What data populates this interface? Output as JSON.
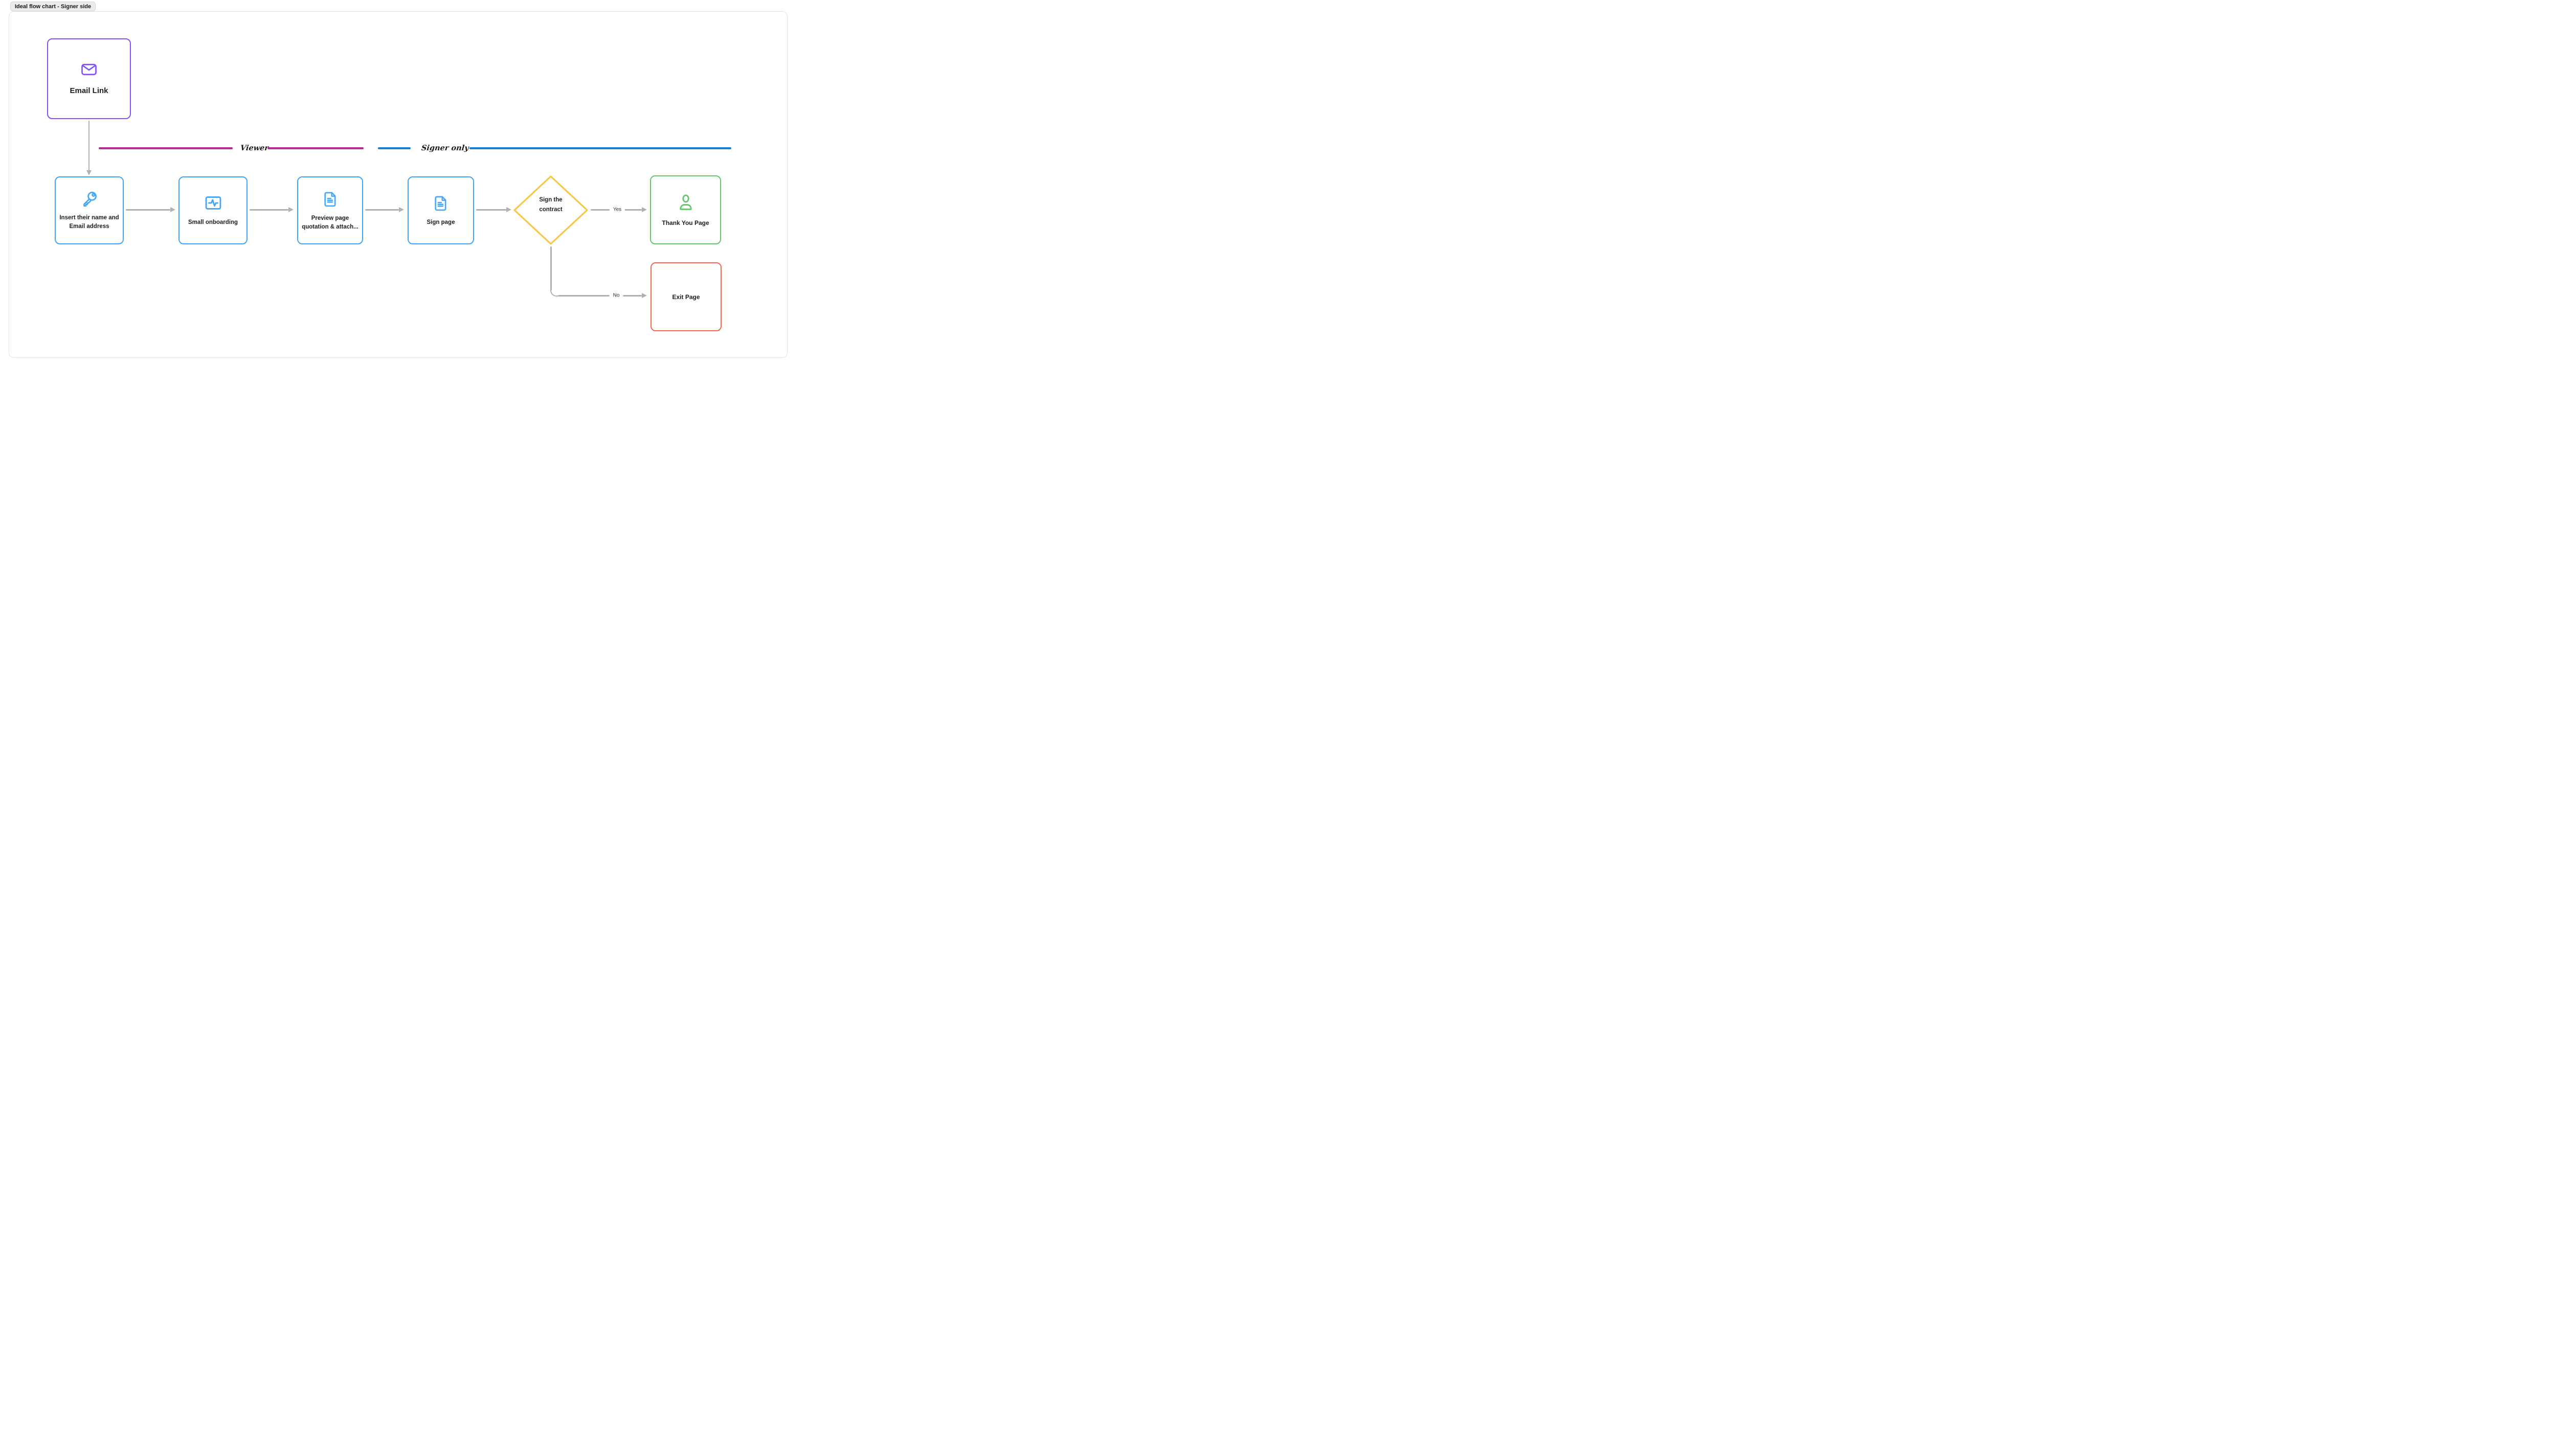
{
  "title_label": "Ideal flow chart - Signer side",
  "lanes": {
    "viewer": {
      "label": "Viewer",
      "color": "#b92b93"
    },
    "signer": {
      "label": "Signer only",
      "color": "#1580d8"
    }
  },
  "nodes": {
    "email": {
      "label": "Email Link",
      "icon": "envelope-icon",
      "border_color": "#8352fa"
    },
    "insert": {
      "label": "Insert their name and Email address",
      "icon": "key-icon",
      "border_color": "#42a4f4"
    },
    "onboarding": {
      "label": "Small onboarding",
      "icon": "activity-icon",
      "border_color": "#42a4f4"
    },
    "preview": {
      "label": "Preview page quotation & attach...",
      "icon": "document-icon",
      "border_color": "#42a4f4"
    },
    "sign_page": {
      "label": "Sign page",
      "icon": "document-icon",
      "border_color": "#42a4f4"
    },
    "decision": {
      "label": "Sign the contract",
      "shape": "diamond",
      "border_color": "#f8c648"
    },
    "thank_you": {
      "label": "Thank You Page",
      "icon": "person-icon",
      "border_color": "#64c76c"
    },
    "exit": {
      "label": "Exit Page",
      "border_color": "#f7684a"
    }
  },
  "edges": {
    "yes": {
      "label": "Yes"
    },
    "no": {
      "label": "No"
    }
  },
  "colors": {
    "node_purple": "#8352fa",
    "node_blue": "#42a4f4",
    "node_yellow": "#f8c648",
    "node_green": "#64c76c",
    "node_red": "#f7684a",
    "lane_viewer": "#b92b93",
    "lane_signer": "#1580d8",
    "connector_gray": "#b1b1b1",
    "text": "#1d1d1f"
  }
}
